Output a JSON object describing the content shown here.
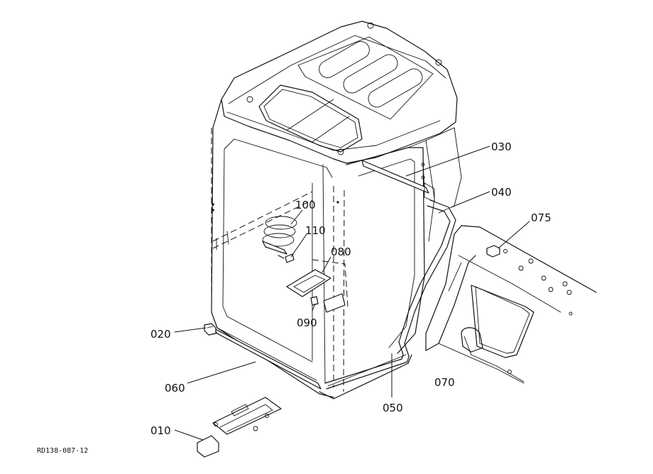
{
  "callouts": {
    "p010": "010",
    "p020": "020",
    "p030": "030",
    "p040": "040",
    "p050": "050",
    "p060": "060",
    "p070": "070",
    "p075": "075",
    "p080": "080",
    "p090": "090",
    "p100": "100",
    "p110": "110"
  },
  "drawing_code": "RD138-087-12"
}
